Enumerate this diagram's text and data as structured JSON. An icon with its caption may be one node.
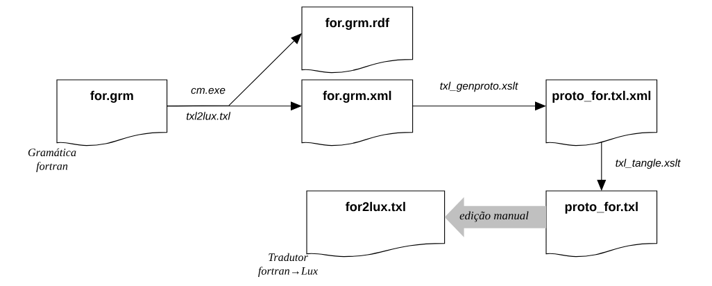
{
  "diagram": {
    "nodes": [
      {
        "text": [
          "for.grm"
        ],
        "beside": [
          "Gramática fortran"
        ]
      },
      {
        "text": [
          "for.grm.rdf"
        ]
      },
      {
        "text": [
          "for.grm.xml"
        ]
      },
      {
        "text": [
          "proto_for.txl.xml"
        ]
      },
      {
        "text": [
          "proto_for.txl"
        ]
      },
      {
        "text": [
          "for2lux.txl"
        ],
        "beside": [
          "Tradutor fortran→Lux"
        ]
      }
    ],
    "edges": [
      {
        "from": 0,
        "to": 1,
        "arrow": "to",
        "label": "cm.exe"
      },
      {
        "from": 0,
        "to": 2,
        "arrow": "to",
        "label": "txl2lux.txl"
      },
      {
        "from": 2,
        "to": 3,
        "arrow": "to",
        "label": "txl_genproto.xslt"
      },
      {
        "from": 3,
        "to": 4,
        "arrow": "to",
        "label": "txl_tangle.xslt"
      },
      {
        "from": 4,
        "to": 5,
        "arrow": "to",
        "label": "edição manual",
        "style": "thick",
        "color": "#c0c0c0"
      }
    ]
  }
}
